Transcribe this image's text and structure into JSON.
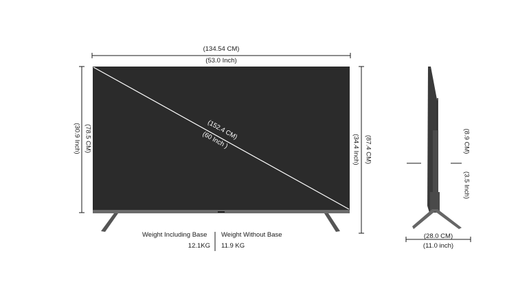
{
  "dimensions": {
    "width_cm": "(134.54 CM)",
    "width_inch": "(53.0 Inch)",
    "screen_height_cm": "(78.5 CM)",
    "screen_height_inch": "(30.9 Inch)",
    "diagonal_cm": "(152.4 CM)",
    "diagonal_inch": "(60 Inch )",
    "total_height_cm": "(87.4 CM)",
    "total_height_inch": "(34.4 Inch)",
    "depth_panel_cm": "(8.9 CM)",
    "depth_panel_inch": "(3.5 Inch)",
    "stand_depth_cm": "(28.0  CM)",
    "stand_depth_inch": "(11.0 inch)"
  },
  "weights": {
    "with_base_label": "Weight Including Base",
    "with_base_value": "12.1KG",
    "without_base_label": "Weight Without Base",
    "without_base_value": "11.9  KG"
  },
  "colors": {
    "screen": "#2b2b2b",
    "frame": "#555555",
    "line": "#1a1a1a"
  }
}
